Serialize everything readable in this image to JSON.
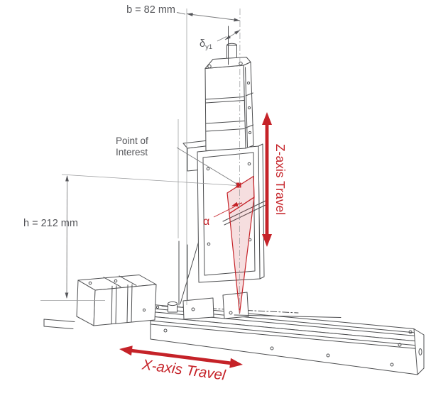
{
  "annotations": {
    "dim_b_label": "b = 82 mm",
    "dim_h_label": "h = 212 mm",
    "delta_symbol": "δ",
    "delta_subscript": "y1",
    "alpha_symbol": "α",
    "poi_line1": "Point of",
    "poi_line2": "Interest",
    "z_travel_label": "Z-axis Travel",
    "x_travel_label": "X-axis Travel"
  },
  "colors": {
    "accent_red": "#c52228",
    "error_cone_fill": "rgba(197,34,40,0.15)",
    "machine_line_gray": "#4e4f51",
    "dimension_text_gray": "#55565a"
  }
}
